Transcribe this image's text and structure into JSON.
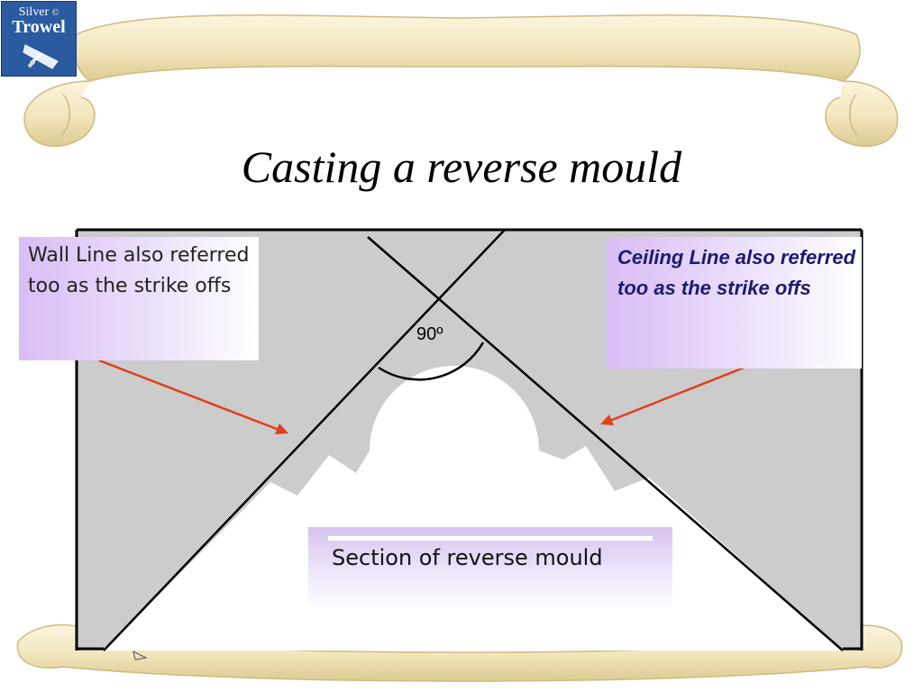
{
  "logo": {
    "line1": "Silver",
    "line2": "Trowel",
    "symbol": "©"
  },
  "title": "Casting a reverse mould",
  "callouts": {
    "wall": "Wall Line also referred  too as the strike offs",
    "ceiling": "Ceiling Line also referred  too as the strike offs"
  },
  "angle_label": "90º",
  "caption": "Section of reverse mould",
  "colors": {
    "mould_fill": "#cccccc",
    "arrow": "#e0401a",
    "scroll": "#f3e7bf",
    "scroll_shade": "#d9c98f",
    "logo_bg": "#2a5aa0",
    "callout_accent": "#d9bdf5"
  }
}
